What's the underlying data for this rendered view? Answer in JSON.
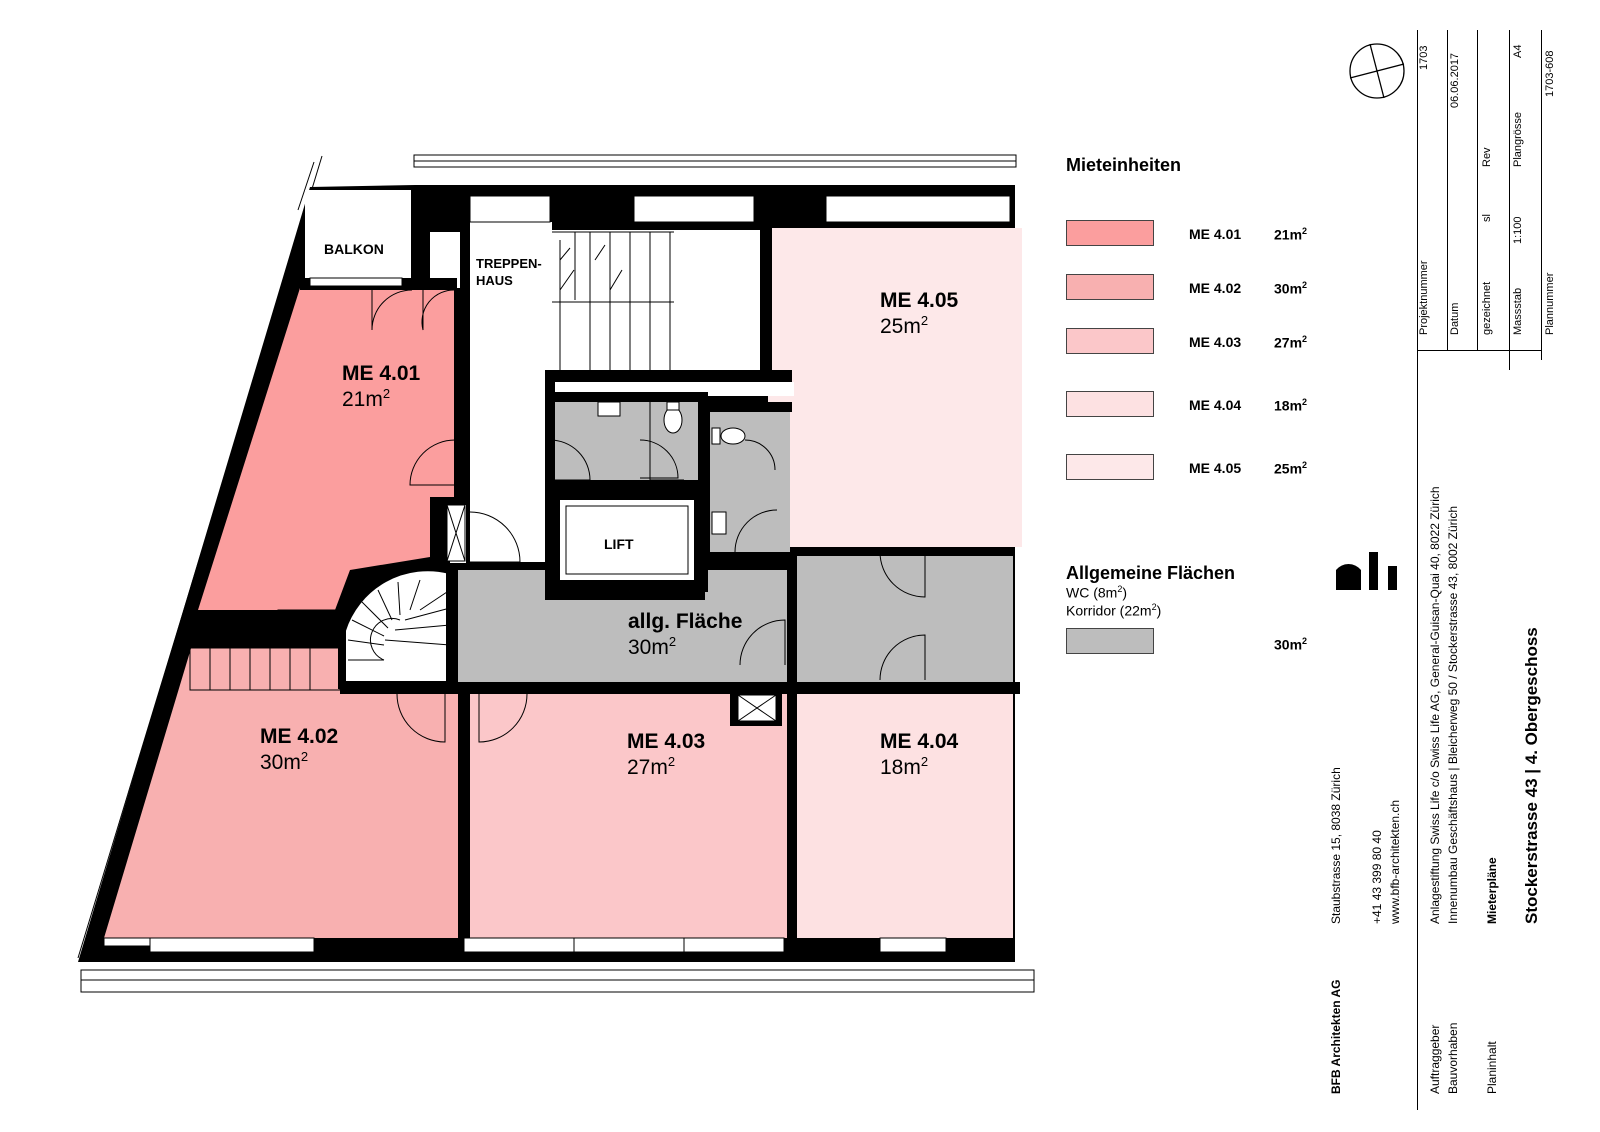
{
  "colors": {
    "me401": "#fb9e9e",
    "me402": "#f8b0b0",
    "me403": "#fbc7c9",
    "me404": "#fde1e2",
    "me405": "#fde8e9",
    "general": "#bdbdbd",
    "wall": "#000000"
  },
  "plan": {
    "rooms": [
      {
        "id": "ME 4.01",
        "area": "21m",
        "sup": "2"
      },
      {
        "id": "ME 4.02",
        "area": "30m",
        "sup": "2"
      },
      {
        "id": "ME 4.03",
        "area": "27m",
        "sup": "2"
      },
      {
        "id": "ME 4.04",
        "area": "18m",
        "sup": "2"
      },
      {
        "id": "ME 4.05",
        "area": "25m",
        "sup": "2"
      }
    ],
    "general": {
      "name": "allg. Fläche",
      "area": "30m",
      "sup": "2"
    },
    "balkon": "BALKON",
    "stair_line1": "TREPPEN-",
    "stair_line2": "HAUS",
    "lift": "LIFT"
  },
  "legend": {
    "title": "Mieteinheiten",
    "units": [
      {
        "id": "ME 4.01",
        "area": "21m",
        "sup": "2",
        "color": "#fb9e9e"
      },
      {
        "id": "ME 4.02",
        "area": "30m",
        "sup": "2",
        "color": "#f8b0b0"
      },
      {
        "id": "ME 4.03",
        "area": "27m",
        "sup": "2",
        "color": "#fbc7c9"
      },
      {
        "id": "ME 4.04",
        "area": "18m",
        "sup": "2",
        "color": "#fde1e2"
      },
      {
        "id": "ME 4.05",
        "area": "25m",
        "sup": "2",
        "color": "#fde8e9"
      }
    ],
    "general_title": "Allgemeine Flächen",
    "general_wc": "WC (8m",
    "general_wc_sup": "2",
    "general_wc_close": ")",
    "general_korr": "Korridor (22m",
    "general_korr_sup": "2",
    "general_korr_close": ")",
    "general_area": "30m",
    "general_area_sup": "2"
  },
  "titleblock": {
    "firm": "BFB Architekten AG",
    "address": "Staubstrasse 15, 8038 Zürich",
    "phone": "+41 43 399 80 40",
    "web": "www.bfb-architekten.ch",
    "auftraggeber_label": "Auftraggeber",
    "auftraggeber": "Anlagestiftung Swiss Life c/o Swiss Life AG, General-Guisan-Quai 40, 8022 Zürich",
    "bauvorhaben_label": "Bauvorhaben",
    "bauvorhaben": "Innenumbau Geschäftshaus | Bleicherweg 50 / Stockerstrasse 43, 8002 Zürich",
    "planinhalt_label": "Planinhalt",
    "planinhalt": "Mieterpläne",
    "plantitle": "Stockerstrasse 43 | 4. Obergeschoss",
    "projektnummer_label": "Projektnummer",
    "projektnummer": "1703",
    "datum_label": "Datum",
    "datum": "06.06.2017",
    "gezeichnet_label": "gezeichnet",
    "gezeichnet": "sl",
    "rev_label": "Rev",
    "massstab_label": "Massstab",
    "massstab": "1:100",
    "plangroesse_label": "Plangrösse",
    "plangroesse": "A4",
    "plannummer_label": "Plannummer",
    "plannummer": "1703-608"
  }
}
